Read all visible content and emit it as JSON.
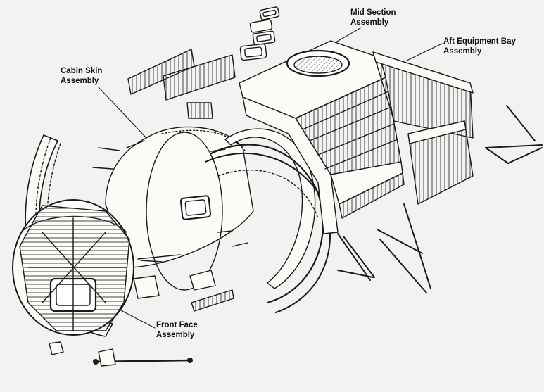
{
  "labels": {
    "mid_section": [
      "Mid Section",
      "Assembly"
    ],
    "aft_equipment_bay": [
      "Aft Equipment Bay",
      "Assembly"
    ],
    "cabin_skin": [
      "Cabin Skin",
      "Assembly"
    ],
    "front_face": [
      "Front Face",
      "Assembly"
    ]
  },
  "colors": {
    "background": "#f2f2f0",
    "ink": "#1a1a1a",
    "panel_fill": "#fbfbf8",
    "shade": "#9a9a96"
  }
}
